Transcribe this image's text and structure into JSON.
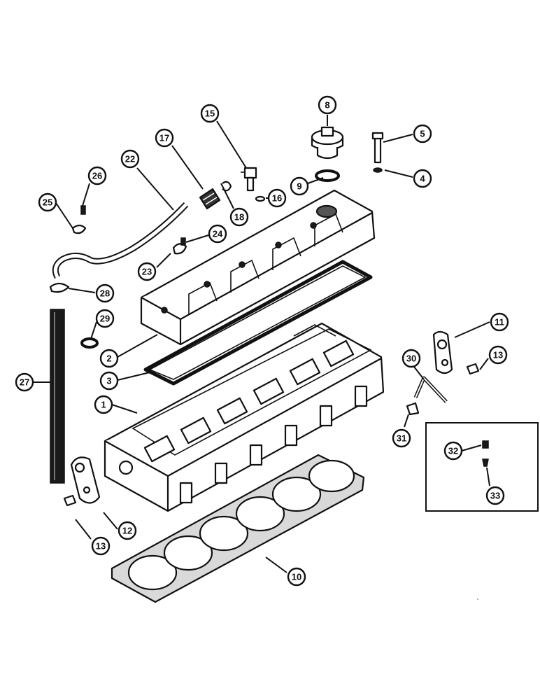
{
  "callouts": [
    {
      "id": "c1",
      "label": "1"
    },
    {
      "id": "c2",
      "label": "2"
    },
    {
      "id": "c3",
      "label": "3"
    },
    {
      "id": "c4",
      "label": "4"
    },
    {
      "id": "c5",
      "label": "5"
    },
    {
      "id": "c8",
      "label": "8"
    },
    {
      "id": "c9",
      "label": "9"
    },
    {
      "id": "c10",
      "label": "10"
    },
    {
      "id": "c11",
      "label": "11"
    },
    {
      "id": "c12",
      "label": "12"
    },
    {
      "id": "c13a",
      "label": "13"
    },
    {
      "id": "c13b",
      "label": "13"
    },
    {
      "id": "c15",
      "label": "15"
    },
    {
      "id": "c16",
      "label": "16"
    },
    {
      "id": "c17",
      "label": "17"
    },
    {
      "id": "c18",
      "label": "18"
    },
    {
      "id": "c22",
      "label": "22"
    },
    {
      "id": "c23",
      "label": "23"
    },
    {
      "id": "c24",
      "label": "24"
    },
    {
      "id": "c25",
      "label": "25"
    },
    {
      "id": "c26",
      "label": "26"
    },
    {
      "id": "c27",
      "label": "27"
    },
    {
      "id": "c28",
      "label": "28"
    },
    {
      "id": "c29",
      "label": "29"
    },
    {
      "id": "c30",
      "label": "30"
    },
    {
      "id": "c31",
      "label": "31"
    },
    {
      "id": "c32",
      "label": "32"
    },
    {
      "id": "c33",
      "label": "33"
    }
  ]
}
